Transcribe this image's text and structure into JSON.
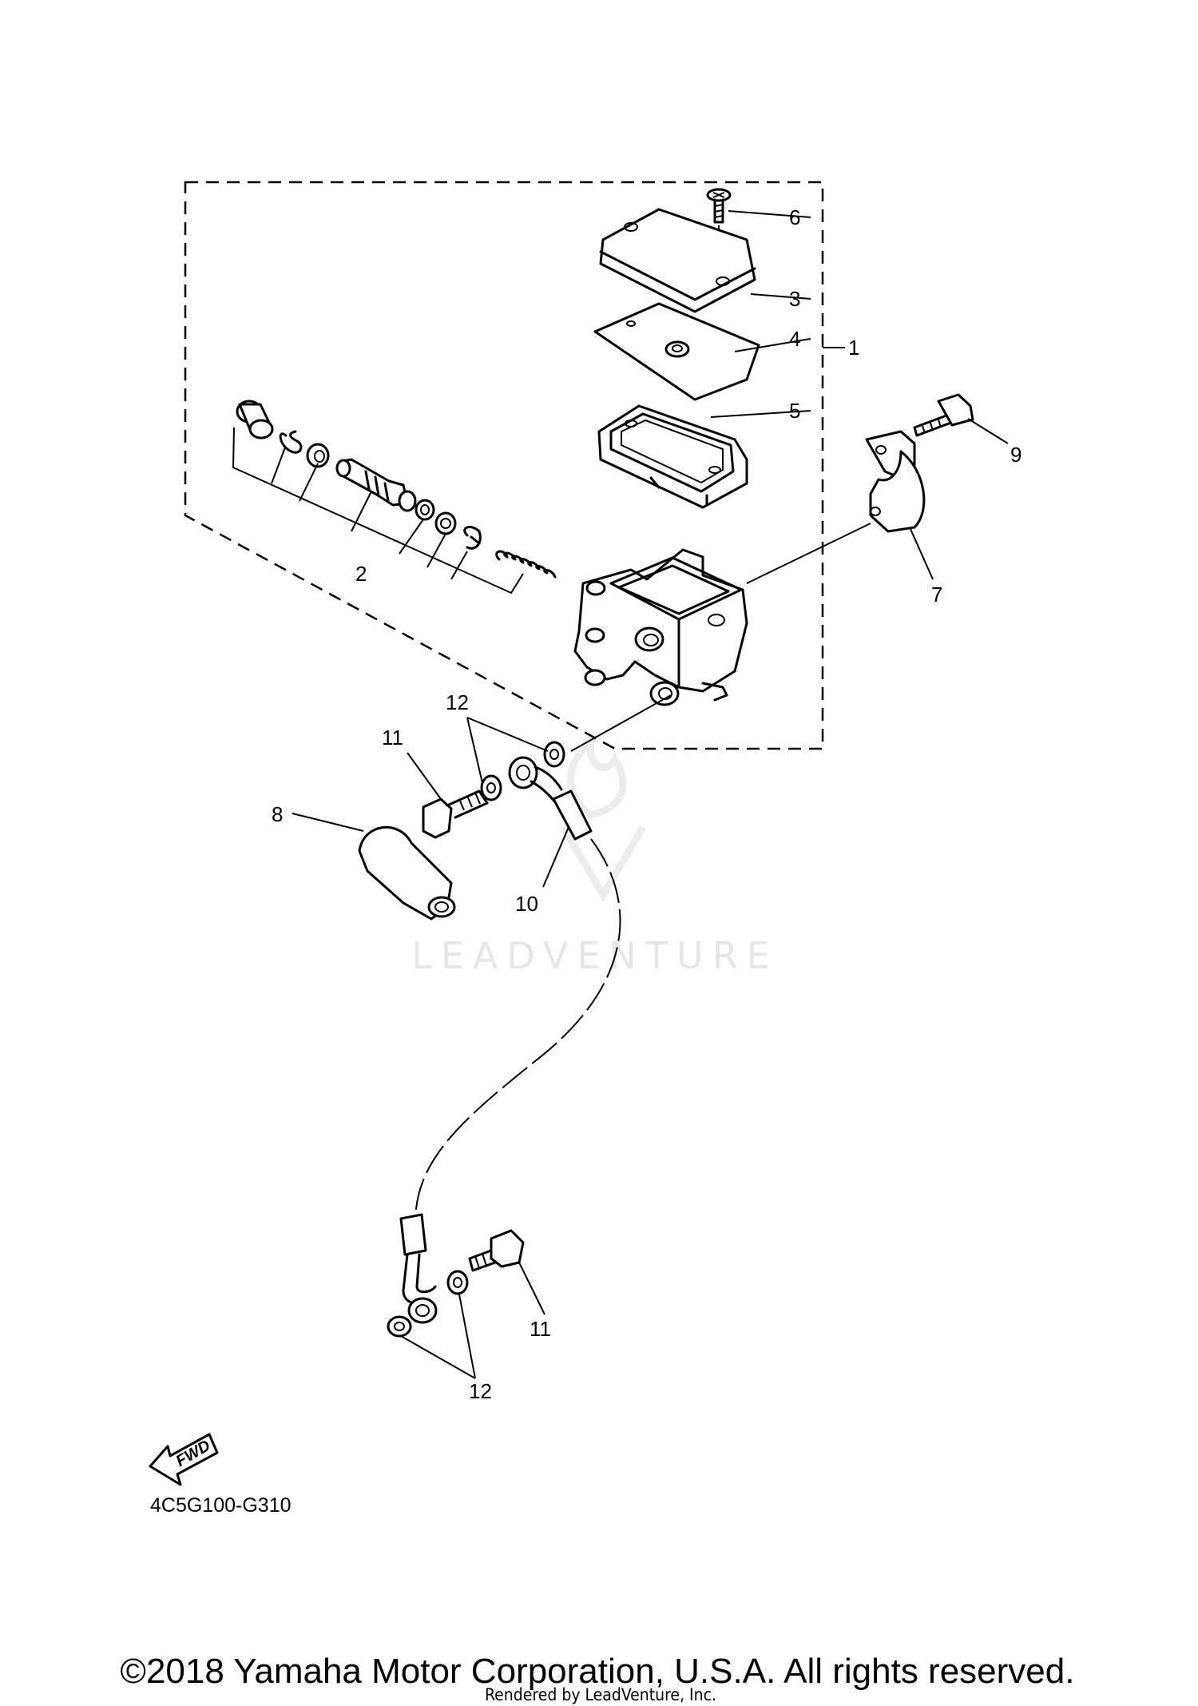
{
  "callouts": {
    "c1": "1",
    "c2": "2",
    "c3": "3",
    "c4": "4",
    "c5": "5",
    "c6": "6",
    "c7": "7",
    "c8": "8",
    "c9": "9",
    "c10": "10",
    "c11a": "11",
    "c11b": "11",
    "c12a": "12",
    "c12b": "12"
  },
  "fwd_label": "FWD",
  "diagram_code": "4C5G100-G310",
  "watermark": "LEADVENTURE",
  "copyright": "©2018 Yamaha Motor Corporation, U.S.A. All rights reserved.",
  "rendered_by": "Rendered by LeadVenture, Inc."
}
